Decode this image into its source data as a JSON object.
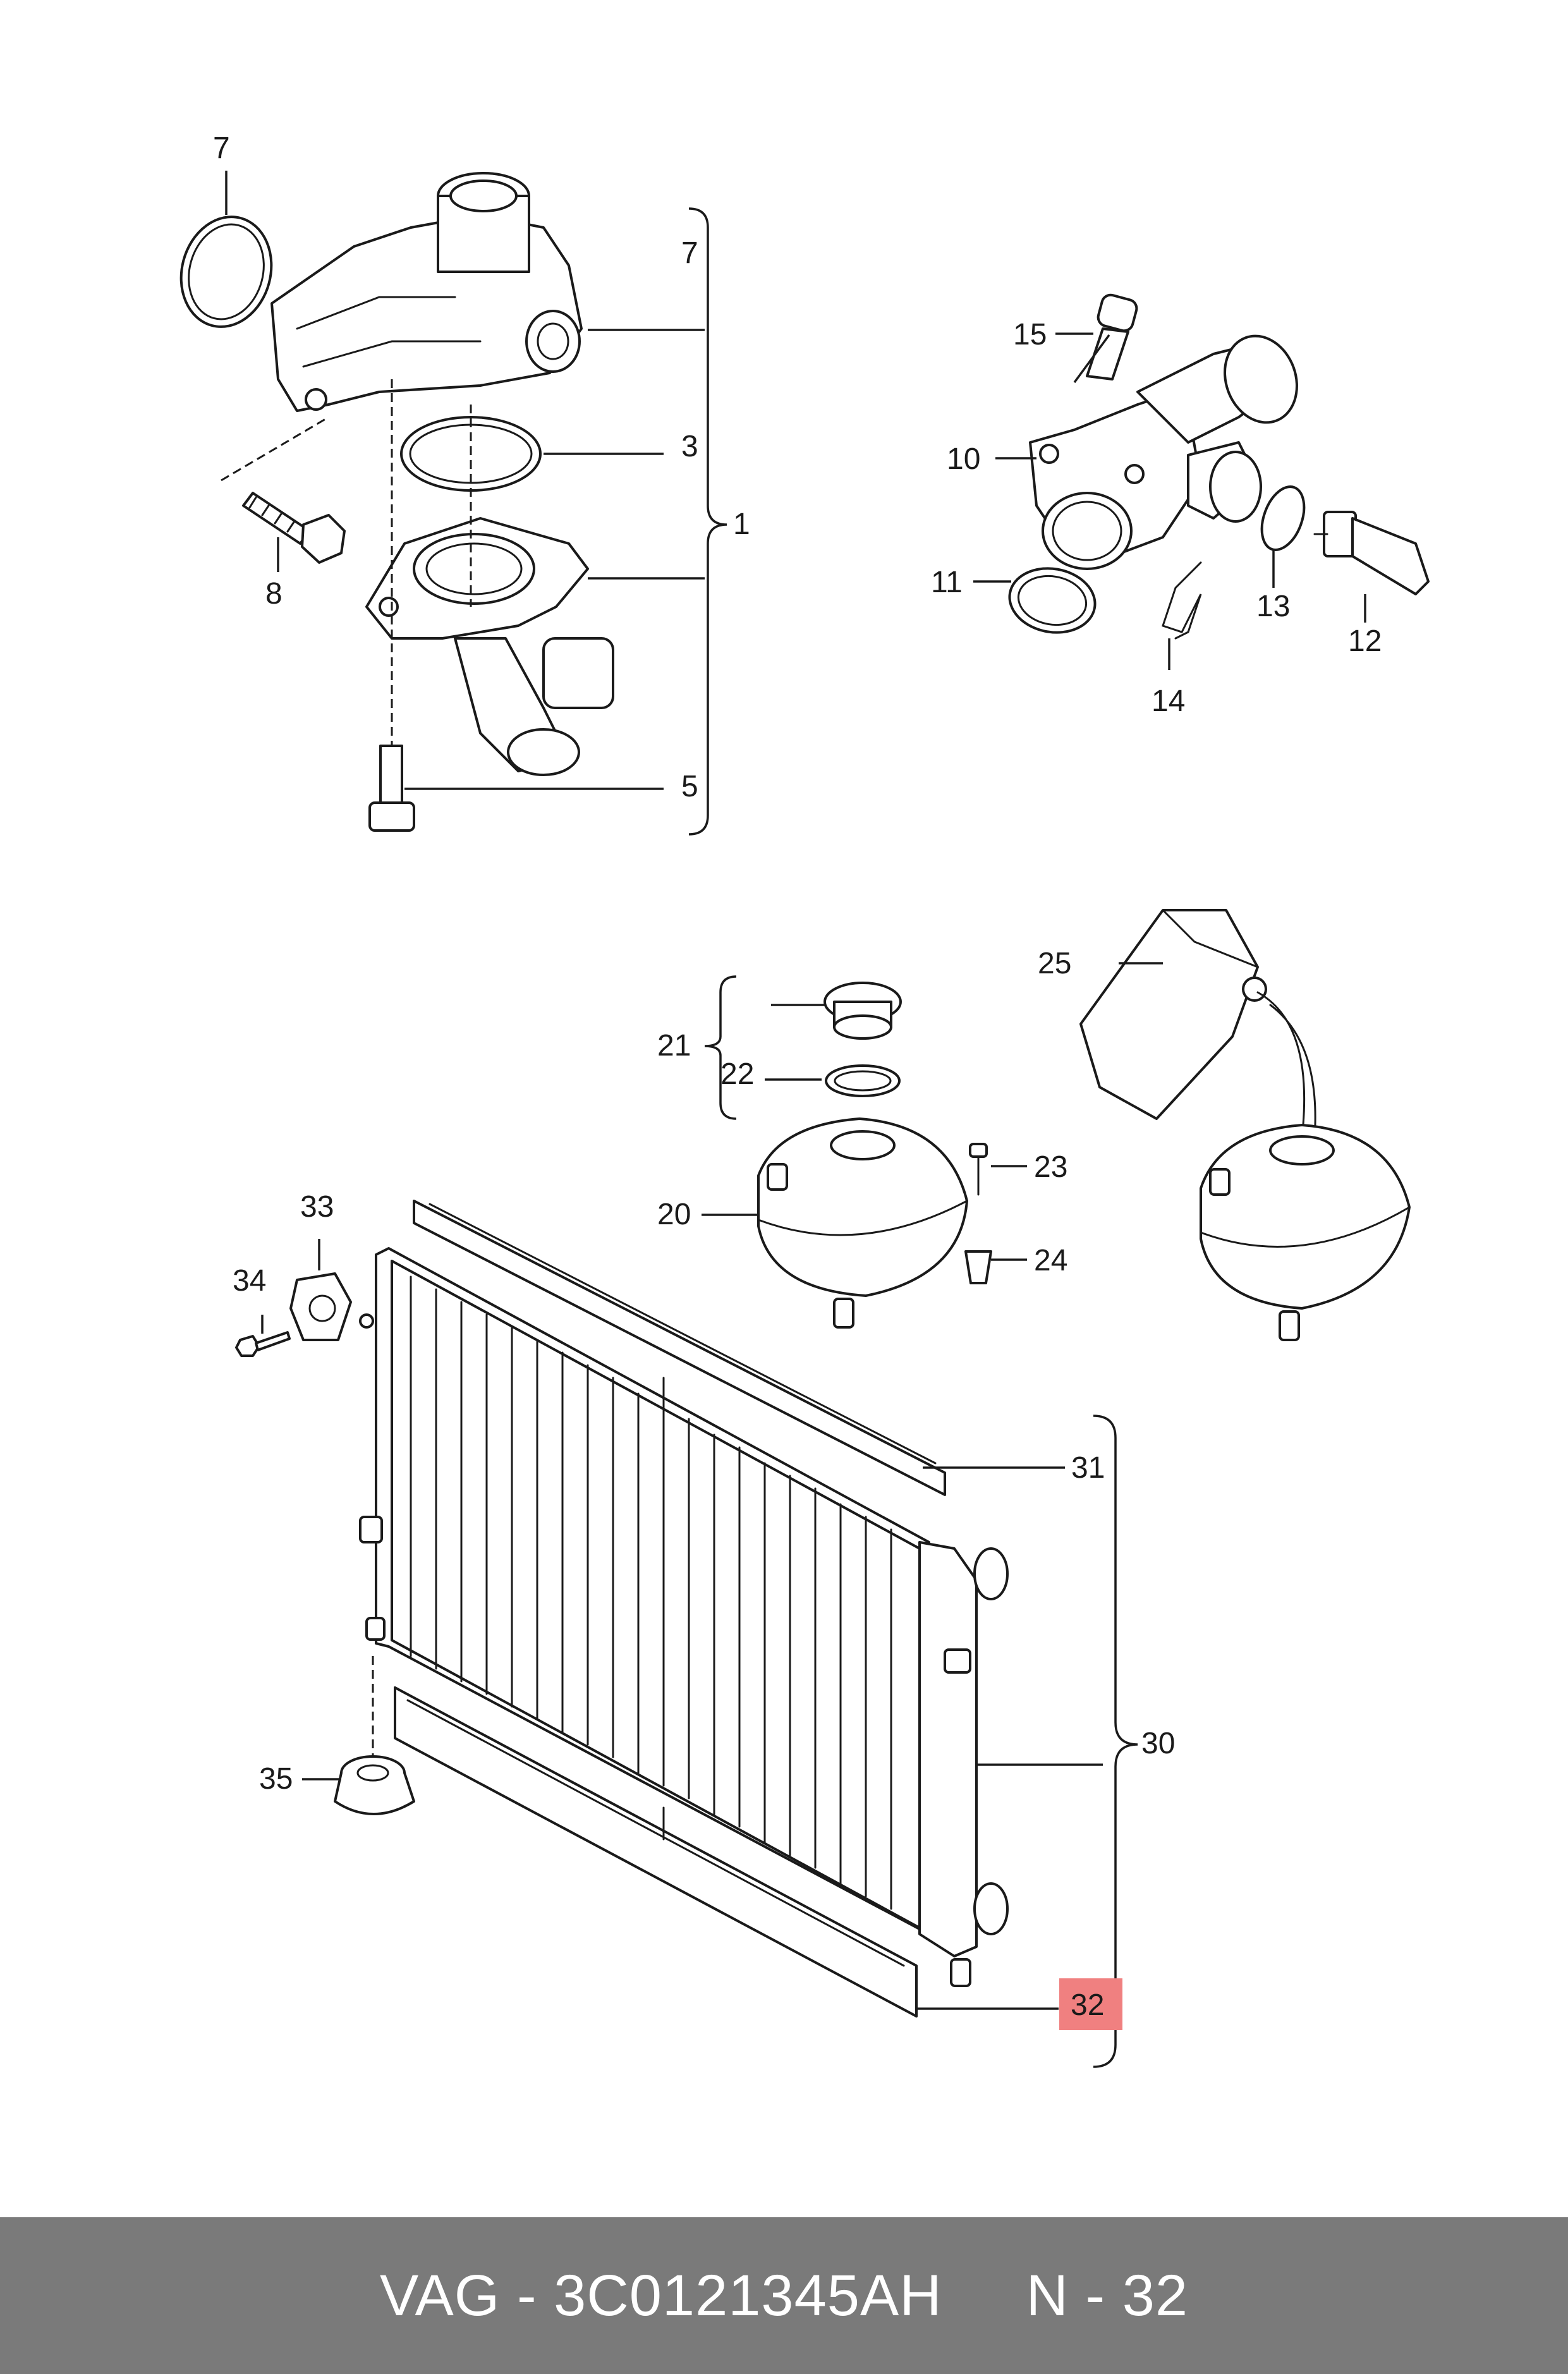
{
  "callouts": {
    "c7a": "7",
    "c7b": "7",
    "c3": "3",
    "c1": "1",
    "c8": "8",
    "c5": "5",
    "c15": "15",
    "c10": "10",
    "c11": "11",
    "c14": "14",
    "c13": "13",
    "c12": "12",
    "c25": "25",
    "c21": "21",
    "c22": "22",
    "c20": "20",
    "c23": "23",
    "c24": "24",
    "c33": "33",
    "c34": "34",
    "c31": "31",
    "c30": "30",
    "c35": "35",
    "c32": "32"
  },
  "highlighted_callout": "32",
  "highlight_color": "#f08080",
  "footer": {
    "brand": "VAG",
    "separator": "-",
    "part_number": "3C0121345AH",
    "position_label": "N",
    "position_number": "32"
  }
}
